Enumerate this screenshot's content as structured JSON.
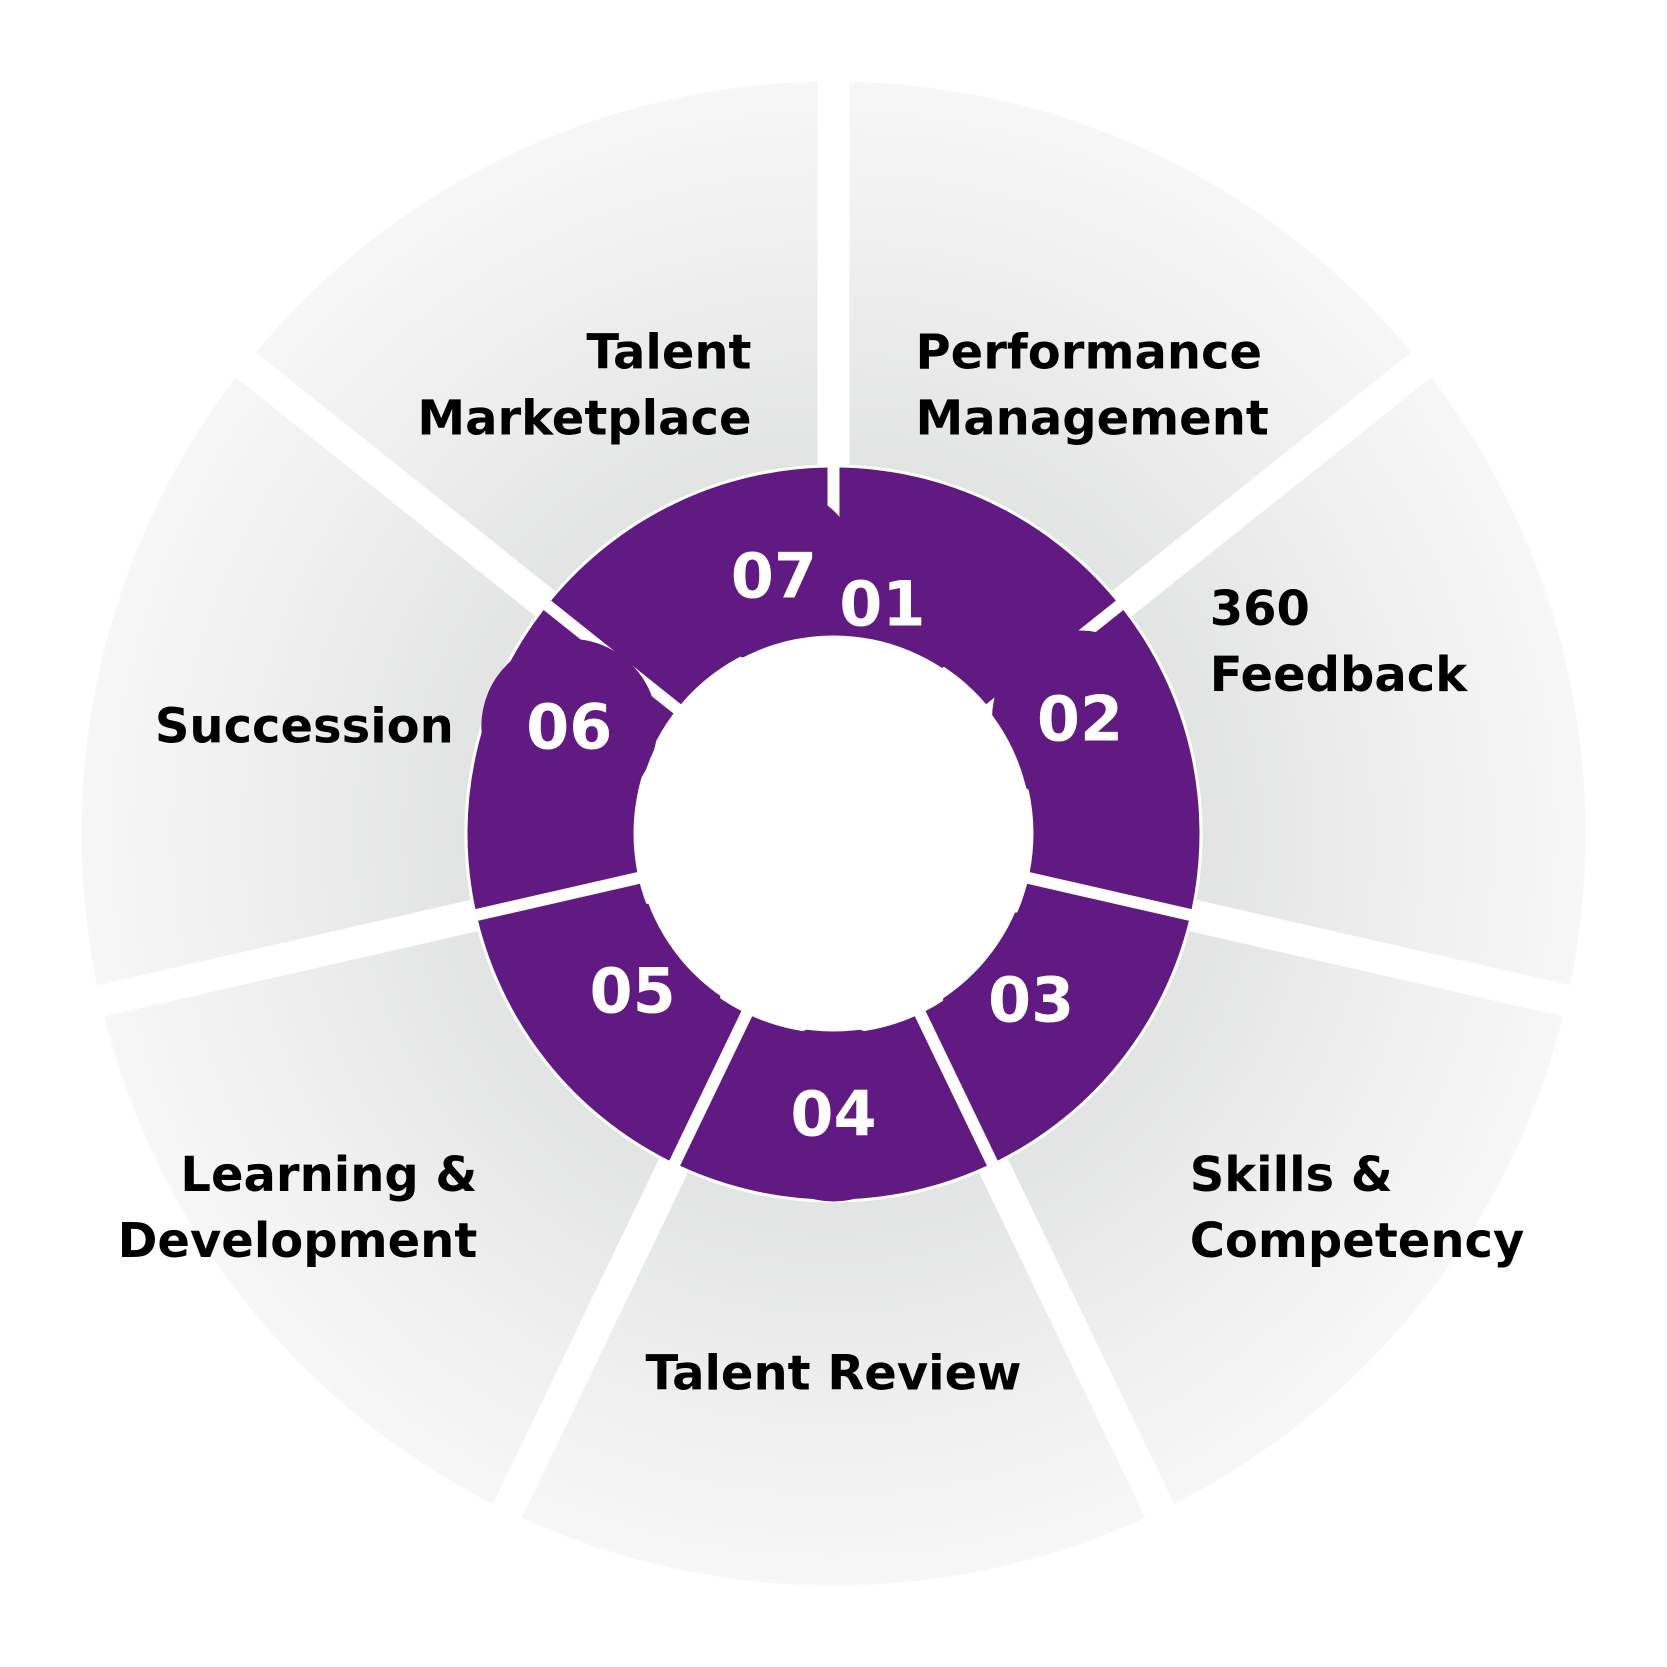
{
  "colors": {
    "accent": "#621a83",
    "panel_light": "#f7f7f7",
    "panel_dark": "#e2e3e3",
    "label_text": "#000000",
    "number_text": "#ffffff",
    "background": "#ffffff"
  },
  "segments": [
    {
      "number": "01",
      "label_lines": [
        "Performance",
        "Management"
      ]
    },
    {
      "number": "02",
      "label_lines": [
        "360",
        "Feedback"
      ]
    },
    {
      "number": "03",
      "label_lines": [
        "Skills &",
        "Competency"
      ]
    },
    {
      "number": "04",
      "label_lines": [
        "Talent Review"
      ]
    },
    {
      "number": "05",
      "label_lines": [
        "Learning &",
        "Development"
      ]
    },
    {
      "number": "06",
      "label_lines": [
        "Succession"
      ]
    },
    {
      "number": "07",
      "label_lines": [
        "Talent",
        "Marketplace"
      ]
    }
  ]
}
